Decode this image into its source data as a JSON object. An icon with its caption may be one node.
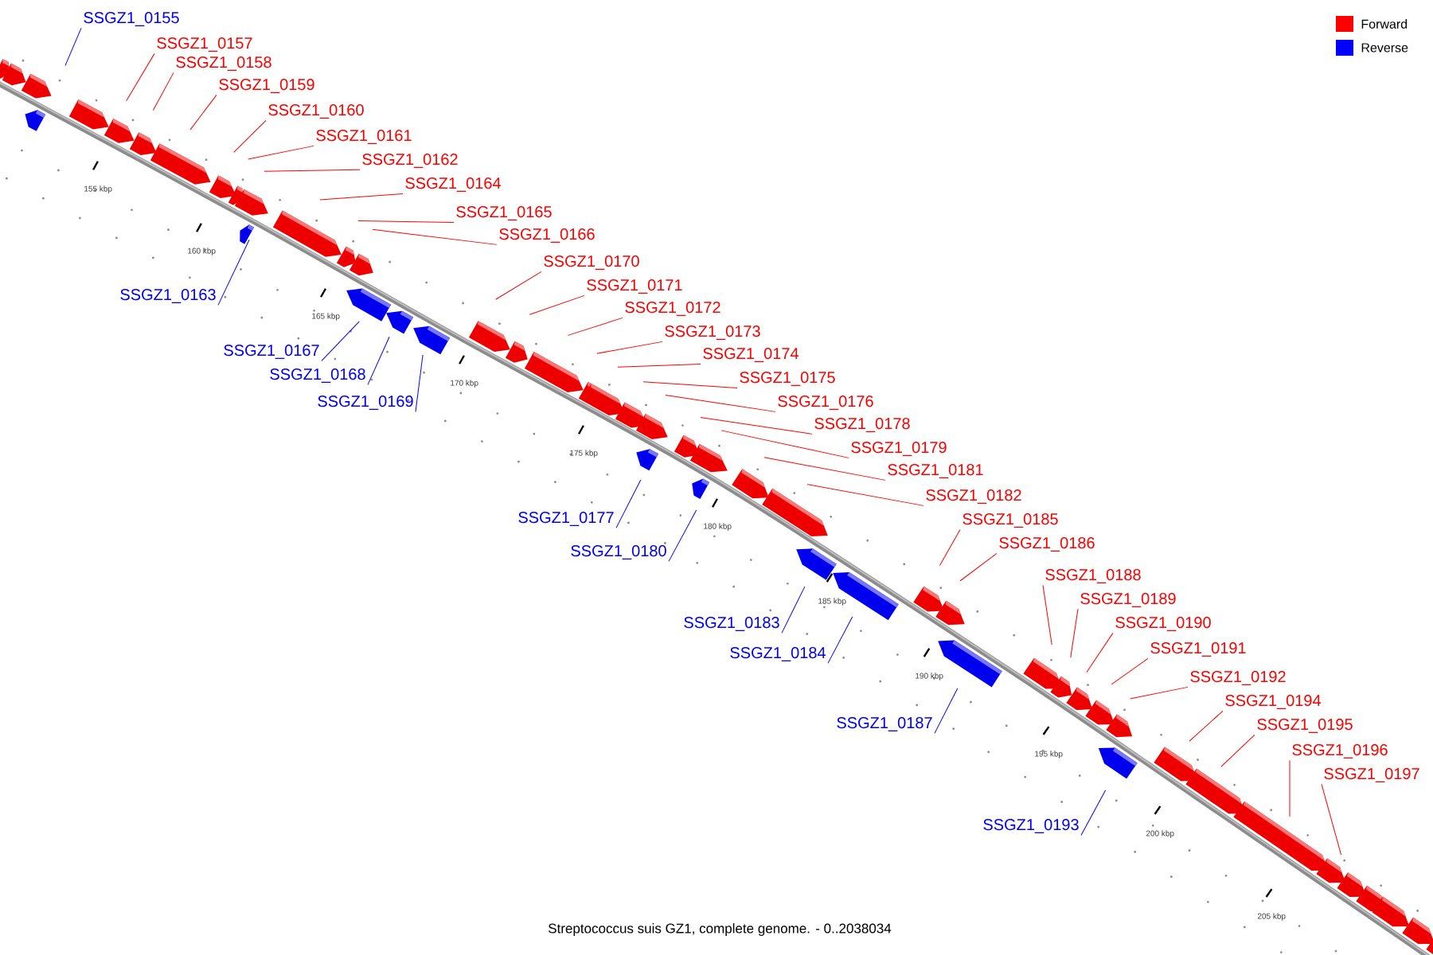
{
  "diagram": {
    "caption": "Streptococcus suis GZ1, complete genome. - 0..2038034",
    "nodes": [
      {
        "text": [
          "SSGZ1_0155"
        ]
      },
      {
        "text": [
          "SSGZ1_0157"
        ]
      },
      {
        "text": [
          "SSGZ1_0158"
        ]
      },
      {
        "text": [
          "SSGZ1_0159"
        ]
      },
      {
        "text": [
          "SSGZ1_0160"
        ]
      },
      {
        "text": [
          "SSGZ1_0161"
        ]
      },
      {
        "text": [
          "SSGZ1_0162"
        ]
      },
      {
        "text": [
          "SSGZ1_0163"
        ]
      },
      {
        "text": [
          "SSGZ1_0164"
        ]
      },
      {
        "text": [
          "SSGZ1_0165"
        ]
      },
      {
        "text": [
          "SSGZ1_0166"
        ]
      },
      {
        "text": [
          "SSGZ1_0167"
        ]
      },
      {
        "text": [
          "SSGZ1_0168"
        ]
      },
      {
        "text": [
          "SSGZ1_0169"
        ]
      },
      {
        "text": [
          "SSGZ1_0170"
        ]
      },
      {
        "text": [
          "SSGZ1_0171"
        ]
      },
      {
        "text": [
          "SSGZ1_0172"
        ]
      },
      {
        "text": [
          "SSGZ1_0173"
        ]
      },
      {
        "text": [
          "SSGZ1_0174"
        ]
      },
      {
        "text": [
          "SSGZ1_0175"
        ]
      },
      {
        "text": [
          "SSGZ1_0176"
        ]
      },
      {
        "text": [
          "SSGZ1_0177"
        ]
      },
      {
        "text": [
          "SSGZ1_0178"
        ]
      },
      {
        "text": [
          "SSGZ1_0179"
        ]
      },
      {
        "text": [
          "SSGZ1_0180"
        ]
      },
      {
        "text": [
          "SSGZ1_0181"
        ]
      },
      {
        "text": [
          "SSGZ1_0182"
        ]
      },
      {
        "text": [
          "SSGZ1_0183"
        ]
      },
      {
        "text": [
          "SSGZ1_0184"
        ]
      },
      {
        "text": [
          "SSGZ1_0185"
        ]
      },
      {
        "text": [
          "SSGZ1_0186"
        ]
      },
      {
        "text": [
          "SSGZ1_0187"
        ]
      },
      {
        "text": [
          "SSGZ1_0188"
        ]
      },
      {
        "text": [
          "SSGZ1_0189"
        ]
      },
      {
        "text": [
          "SSGZ1_0190"
        ]
      },
      {
        "text": [
          "SSGZ1_0191"
        ]
      },
      {
        "text": [
          "SSGZ1_0192"
        ]
      },
      {
        "text": [
          "SSGZ1_0193"
        ]
      },
      {
        "text": [
          "SSGZ1_0194"
        ]
      },
      {
        "text": [
          "SSGZ1_0195"
        ]
      },
      {
        "text": [
          "SSGZ1_0196"
        ]
      },
      {
        "text": [
          "SSGZ1_0197"
        ]
      }
    ],
    "edges": [
      {
        "from": 0,
        "to": null,
        "arrow": "none",
        "color": "#0000ff"
      },
      {
        "from": 1,
        "to": null,
        "arrow": "none"
      },
      {
        "from": 2,
        "to": null,
        "arrow": "none"
      },
      {
        "from": 3,
        "to": null,
        "arrow": "none"
      },
      {
        "from": 4,
        "to": null,
        "arrow": "none"
      },
      {
        "from": 5,
        "to": null,
        "arrow": "none"
      },
      {
        "from": 6,
        "to": null,
        "arrow": "none"
      },
      {
        "from": 7,
        "to": null,
        "arrow": "none",
        "color": "#0000ff"
      },
      {
        "from": 8,
        "to": null,
        "arrow": "none"
      },
      {
        "from": 9,
        "to": null,
        "arrow": "none"
      },
      {
        "from": 10,
        "to": null,
        "arrow": "none"
      },
      {
        "from": 11,
        "to": null,
        "arrow": "none",
        "color": "#0000ff"
      },
      {
        "from": 12,
        "to": null,
        "arrow": "none",
        "color": "#0000ff"
      },
      {
        "from": 13,
        "to": null,
        "arrow": "none",
        "color": "#0000ff"
      },
      {
        "from": 14,
        "to": null,
        "arrow": "none"
      },
      {
        "from": 15,
        "to": null,
        "arrow": "none"
      },
      {
        "from": 16,
        "to": null,
        "arrow": "none"
      },
      {
        "from": 17,
        "to": null,
        "arrow": "none"
      },
      {
        "from": 18,
        "to": null,
        "arrow": "none"
      },
      {
        "from": 19,
        "to": null,
        "arrow": "none"
      },
      {
        "from": 20,
        "to": null,
        "arrow": "none"
      },
      {
        "from": 21,
        "to": null,
        "arrow": "none",
        "color": "#0000ff"
      },
      {
        "from": 22,
        "to": null,
        "arrow": "none"
      },
      {
        "from": 23,
        "to": null,
        "arrow": "none"
      },
      {
        "from": 24,
        "to": null,
        "arrow": "none",
        "color": "#0000ff"
      },
      {
        "from": 25,
        "to": null,
        "arrow": "none"
      },
      {
        "from": 26,
        "to": null,
        "arrow": "none"
      },
      {
        "from": 27,
        "to": null,
        "arrow": "none",
        "color": "#0000ff"
      },
      {
        "from": 28,
        "to": null,
        "arrow": "none",
        "color": "#0000ff"
      },
      {
        "from": 29,
        "to": null,
        "arrow": "none"
      },
      {
        "from": 30,
        "to": null,
        "arrow": "none"
      },
      {
        "from": 31,
        "to": null,
        "arrow": "none",
        "color": "#0000ff"
      },
      {
        "from": 32,
        "to": null,
        "arrow": "none"
      },
      {
        "from": 33,
        "to": null,
        "arrow": "none"
      },
      {
        "from": 34,
        "to": null,
        "arrow": "none"
      },
      {
        "from": 35,
        "to": null,
        "arrow": "none"
      },
      {
        "from": 36,
        "to": null,
        "arrow": "none"
      },
      {
        "from": 37,
        "to": null,
        "arrow": "none",
        "color": "#0000ff"
      },
      {
        "from": 38,
        "to": null,
        "arrow": "none"
      },
      {
        "from": 39,
        "to": null,
        "arrow": "none"
      },
      {
        "from": 40,
        "to": null,
        "arrow": "none"
      },
      {
        "from": 41,
        "to": null,
        "arrow": "none"
      }
    ],
    "labels": [
      "155 kbp",
      "160 kbp",
      "165 kbp",
      "170 kbp",
      "175 kbp",
      "180 kbp",
      "185 kbp",
      "190 kbp",
      "195 kbp",
      "200 kbp",
      "205 kbp"
    ],
    "legend": [
      {
        "text": "Forward",
        "color": "#ff0000"
      },
      {
        "text": "Reverse",
        "color": "#0000ff"
      }
    ]
  }
}
